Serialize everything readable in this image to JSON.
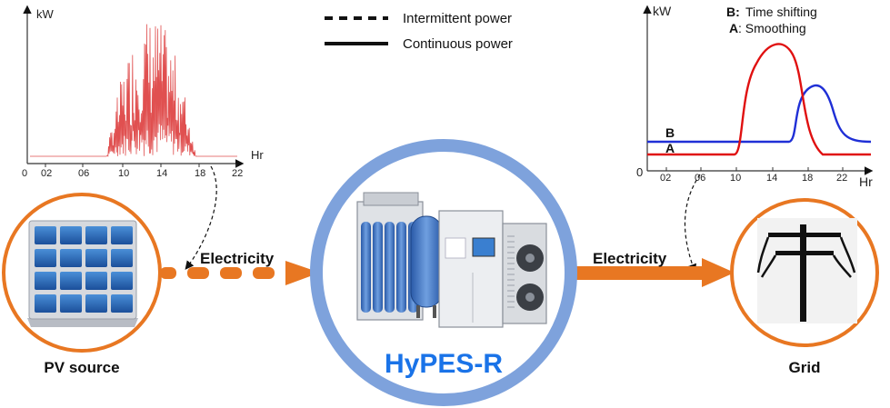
{
  "legend": {
    "intermittent": "Intermittent power",
    "continuous": "Continuous power"
  },
  "pv_chart": {
    "y_unit": "kW",
    "x_unit": "Hr",
    "x_ticks": [
      "0",
      "02",
      "06",
      "10",
      "14",
      "18",
      "22"
    ],
    "line_color": "#e05050"
  },
  "grid_chart": {
    "y_unit": "kW",
    "x_unit": "Hr",
    "x_ticks": [
      "0",
      "02",
      "06",
      "10",
      "14",
      "18",
      "22"
    ],
    "legend_b_key": "B:",
    "legend_b_text": "Time shifting",
    "legend_a_key": "A",
    "legend_a_text": ": Smoothing",
    "series_b_label": "B",
    "series_a_label": "A",
    "series_b_color": "#1f2fd6",
    "series_a_color": "#e01010"
  },
  "nodes": {
    "pv_label": "PV source",
    "hypes_label": "HyPES-R",
    "grid_label": "Grid"
  },
  "flows": {
    "left_label": "Electricity",
    "right_label": "Electricity"
  },
  "colors": {
    "orange": "#e87722",
    "ring_blue": "#7ea2dc",
    "title_blue": "#1a73e8"
  }
}
